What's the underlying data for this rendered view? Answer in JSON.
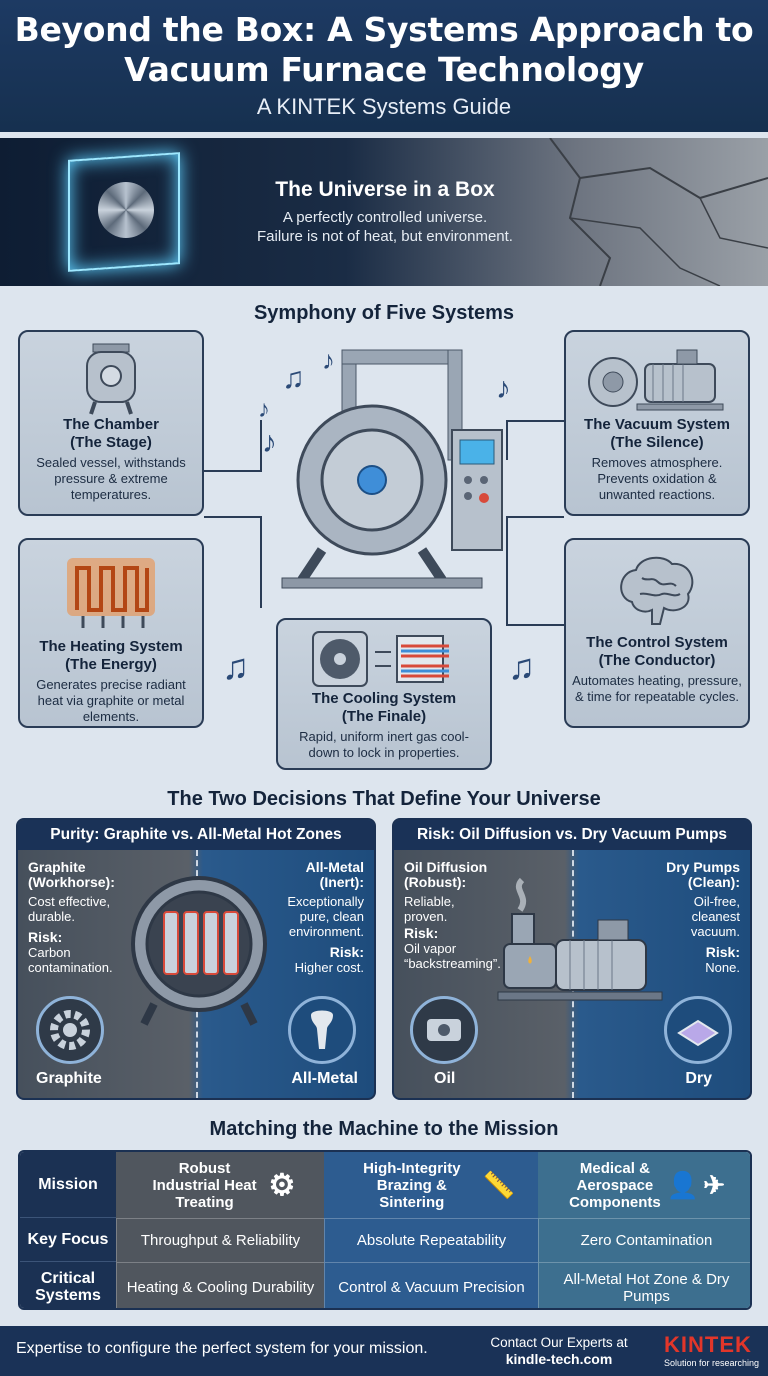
{
  "header": {
    "title": "Beyond the Box: A Systems Approach to Vacuum Furnace Technology",
    "subtitle": "A KINTEK Systems Guide"
  },
  "hero": {
    "title": "The Universe in a Box",
    "line1": "A perfectly controlled universe.",
    "line2": "Failure is not of heat, but environment."
  },
  "systems": {
    "title": "Symphony of Five Systems",
    "chamber": {
      "title1": "The Chamber",
      "title2": "(The Stage)",
      "desc": "Sealed vessel, withstands pressure & extreme temperatures."
    },
    "vacuum": {
      "title1": "The Vacuum System",
      "title2": "(The Silence)",
      "desc": "Removes atmosphere. Prevents oxidation & unwanted reactions."
    },
    "heating": {
      "title1": "The Heating System",
      "title2": "(The Energy)",
      "desc": "Generates precise radiant heat via graphite or metal elements."
    },
    "cooling": {
      "title1": "The Cooling System",
      "title2": "(The Finale)",
      "desc": "Rapid, uniform inert gas cool-down to lock in properties."
    },
    "control": {
      "title1": "The Control System",
      "title2": "(The Conductor)",
      "desc": "Automates heating, pressure, & time for repeatable cycles."
    }
  },
  "decisions": {
    "title": "The Two Decisions That Define Your Universe",
    "purity": {
      "header": "Purity: Graphite vs. All-Metal Hot Zones",
      "left_name1": "Graphite",
      "left_name2": "(Workhorse):",
      "left_desc": "Cost effective, durable.",
      "left_risk_label": "Risk:",
      "left_risk": "Carbon contamination.",
      "right_name1": "All-Metal",
      "right_name2": "(Inert):",
      "right_desc": "Exceptionally pure, clean environment.",
      "right_risk_label": "Risk:",
      "right_risk": "Higher cost.",
      "left_foot": "Graphite",
      "right_foot": "All-Metal"
    },
    "risk": {
      "header": "Risk: Oil Diffusion vs. Dry Vacuum Pumps",
      "left_name1": "Oil Diffusion",
      "left_name2": "(Robust):",
      "left_desc": "Reliable, proven.",
      "left_risk_label": "Risk:",
      "left_risk": "Oil vapor “backstreaming”.",
      "right_name1": "Dry Pumps",
      "right_name2": "(Clean):",
      "right_desc": "Oil-free, cleanest vacuum.",
      "right_risk_label": "Risk:",
      "right_risk": "None.",
      "left_foot": "Oil",
      "right_foot": "Dry"
    }
  },
  "matching": {
    "title": "Matching the Machine to the Mission",
    "row_headers": [
      "Mission",
      "Key Focus",
      "Critical Systems"
    ],
    "missions": [
      "Robust Industrial Heat Treating",
      "High-Integrity Brazing & Sintering",
      "Medical & Aerospace Components"
    ],
    "key_focus": [
      "Throughput & Reliability",
      "Absolute Repeatability",
      "Zero Contamination"
    ],
    "critical": [
      "Heating & Cooling Durability",
      "Control & Vacuum Precision",
      "All-Metal Hot Zone & Dry Pumps"
    ]
  },
  "footer": {
    "tagline": "Expertise to configure the perfect system for your mission.",
    "contact_label": "Contact Our Experts at",
    "contact_site": "kindle-tech.com",
    "logo": "KINTEK",
    "slogan": "Solution for researching"
  },
  "colors": {
    "navy": "#1a3257",
    "accent_red": "#e2362a",
    "panel_grey": "#50565e",
    "panel_blue": "#2d5c90"
  }
}
